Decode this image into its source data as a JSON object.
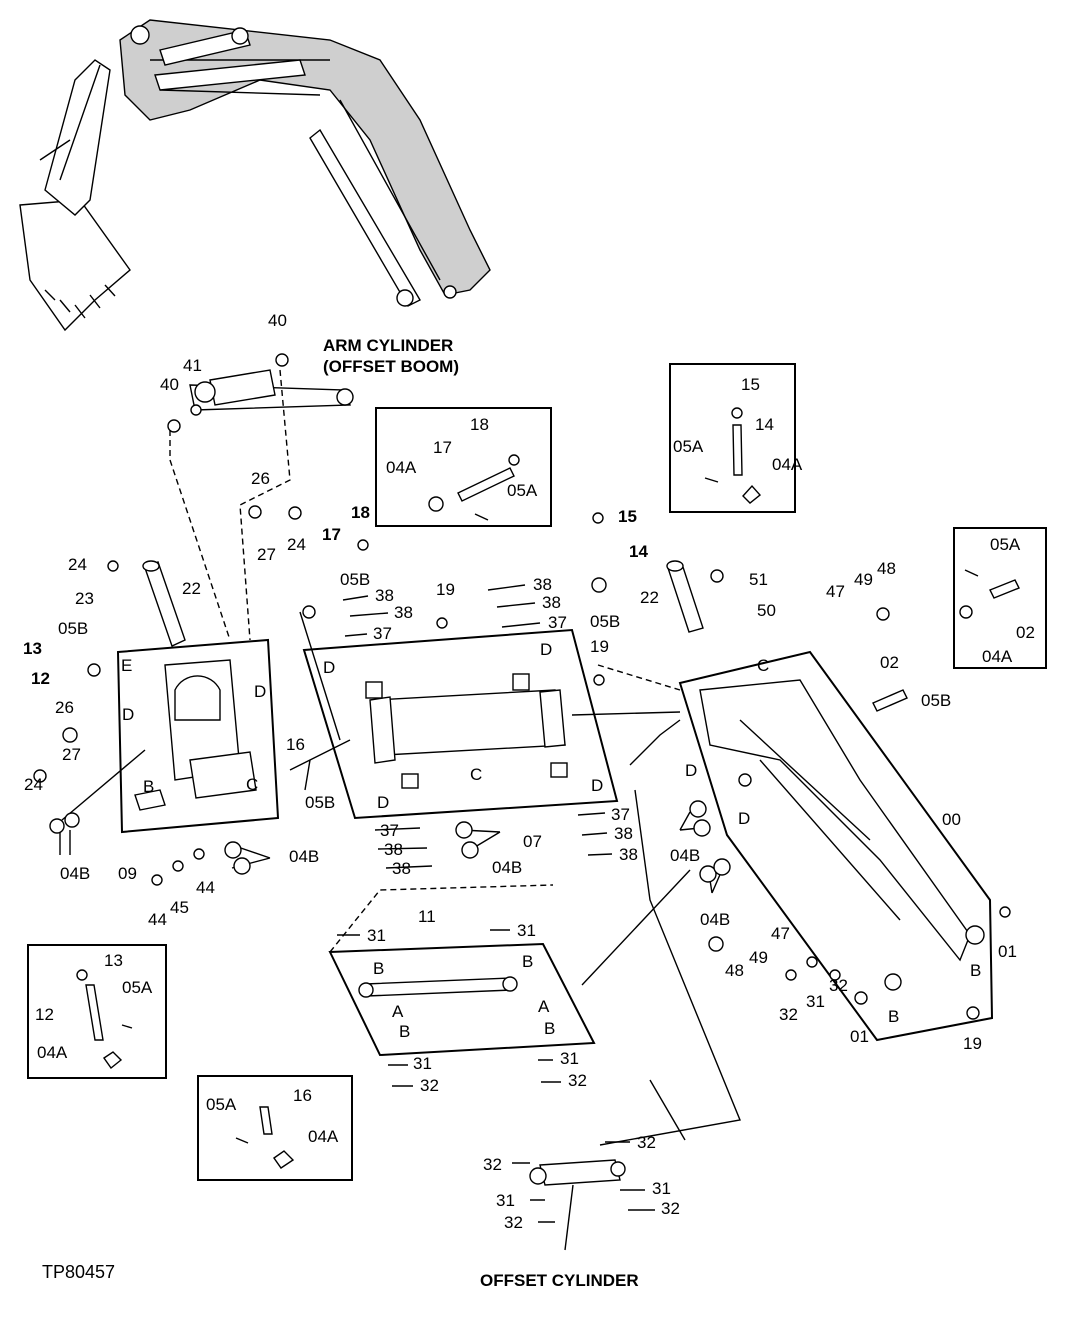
{
  "titles": {
    "arm_cylinder_line1": "ARM CYLINDER",
    "arm_cylinder_line2": "(OFFSET BOOM)",
    "offset_cylinder": "OFFSET CYLINDER"
  },
  "figure_code": "TP80457",
  "callouts": {
    "c40a": "40",
    "c41": "41",
    "c40b": "40",
    "c26a": "26",
    "c27a": "27",
    "c24a": "24",
    "c17b": "17",
    "c18b": "18",
    "c05Bb": "05B",
    "c24b": "24",
    "c23": "23",
    "c22a": "22",
    "c13b": "13",
    "c05Bc": "05B",
    "c12b": "12",
    "c26b": "26",
    "c27b": "27",
    "c24c": "24",
    "c04Bb": "04B",
    "c09": "09",
    "c44a": "44",
    "c45": "45",
    "c44b": "44",
    "c04Bc": "04B",
    "cEa": "E",
    "cDa": "D",
    "cDb": "D",
    "cBa": "B",
    "cCa": "C",
    "c38a": "38",
    "c38b": "38",
    "c37a": "37",
    "c19a": "19",
    "c38c": "38",
    "c38d": "38",
    "c37b": "37",
    "cDc": "D",
    "cDd": "D",
    "c16b": "16",
    "c05Bd": "05B",
    "cCb": "C",
    "cDe": "D",
    "cDf": "D",
    "c37c": "37",
    "c38e": "38",
    "c38f": "38",
    "c37d": "37",
    "c38g": "38",
    "c38h": "38",
    "c07": "07",
    "c04Bd": "04B",
    "c05Be": "05B",
    "c19b": "19",
    "c15b": "15",
    "c14b": "14",
    "c22b": "22",
    "c51": "51",
    "c50": "50",
    "c47a": "47",
    "c49a": "49",
    "c48a": "48",
    "cCc": "C",
    "c02b": "02",
    "c05Bf": "05B",
    "cDg": "D",
    "cDh": "D",
    "c00": "00",
    "c04Be": "04B",
    "c04Bf": "04B",
    "c48b": "48",
    "c49b": "49",
    "c47b": "47",
    "c32a": "32",
    "c31a": "31",
    "c32b": "32",
    "c01a": "01",
    "cBb": "B",
    "cBc": "B",
    "c01b": "01",
    "c19c": "19",
    "c11": "11",
    "c31b": "31",
    "c31c": "31",
    "cBd": "B",
    "cBe": "B",
    "cAa": "A",
    "cAb": "A",
    "cBf": "B",
    "cBg": "B",
    "c31d": "31",
    "c32c": "32",
    "c31e": "31",
    "c32d": "32",
    "c32e": "32",
    "c32f": "32",
    "c31f": "31",
    "c31g": "31",
    "c32g": "32",
    "c32h": "32"
  },
  "detail_boxes": {
    "box17": {
      "c18": "18",
      "c17": "17",
      "c04A": "04A",
      "c05A": "05A"
    },
    "box14": {
      "c15": "15",
      "c14": "14",
      "c05A": "05A",
      "c04A": "04A"
    },
    "box02": {
      "c05A": "05A",
      "c02": "02",
      "c04A": "04A"
    },
    "box12": {
      "c13": "13",
      "c05A": "05A",
      "c12": "12",
      "c04A": "04A"
    },
    "box16": {
      "c05A": "05A",
      "c16": "16",
      "c04A": "04A"
    }
  }
}
